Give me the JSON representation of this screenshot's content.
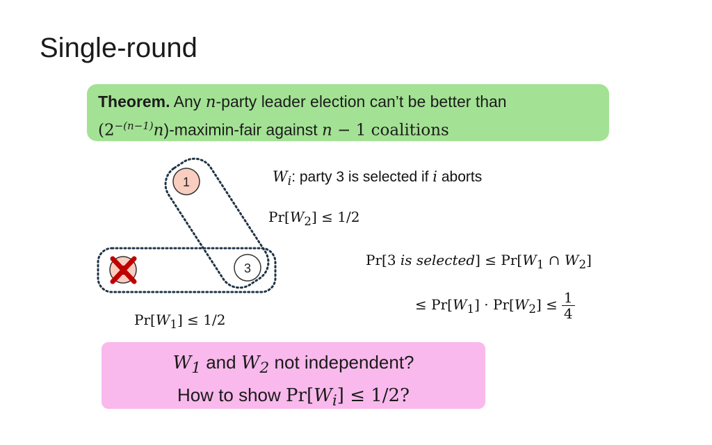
{
  "slide": {
    "title": "Single-round"
  },
  "theorem": {
    "label": "Theorem.",
    "text_a": " Any ",
    "var_n": "n",
    "text_b": "-party leader election can’t be better than",
    "paren_open": "(2",
    "exponent": "−(n−1)",
    "var_n2": "n",
    "text_c": ")-maximin-fair against ",
    "var_n3": "n",
    "text_d": " − 1 coalitions"
  },
  "diagram": {
    "node_1_label": "1",
    "node_2_label": "2",
    "node_3_label": "3",
    "node_1_color": "#f9cdbf",
    "node_2_color": "#f9cdbf",
    "node_3_color": "#ffffff",
    "cross_color": "#c00000",
    "coalition_border_color": "#1f3347"
  },
  "definition": {
    "var": "W",
    "sub": "i",
    "text": ": party 3 is selected if ",
    "var_i": "i",
    "text_end": " aborts"
  },
  "formulas": {
    "pr_w2": {
      "pre": "Pr[",
      "var": "W",
      "sub": "2",
      "post": "] ≤ 1/2"
    },
    "pr_w1": {
      "pre": "Pr[",
      "var": "W",
      "sub": "1",
      "post": "] ≤ 1/2"
    },
    "selected": {
      "pre": "Pr[3 ",
      "italic": "is selected",
      "mid": "] ≤ Pr[",
      "var1": "W",
      "sub1": "1",
      "cap": " ∩ ",
      "var2": "W",
      "sub2": "2",
      "end": "]"
    },
    "product": {
      "pre": "≤ Pr[",
      "var1": "W",
      "sub1": "1",
      "mid": "] · Pr[",
      "var2": "W",
      "sub2": "2",
      "end": "] ≤",
      "num": "1",
      "den": "4"
    }
  },
  "question": {
    "var1": "W",
    "sub1": "1",
    "and": " and ",
    "var2": "W",
    "sub2": "2",
    "line1_end": " not independent?",
    "line2_pre": "How to show ",
    "pr": "Pr[",
    "var": "W",
    "sub": "i",
    "line2_end": "] ≤ 1/2?"
  },
  "colors": {
    "theorem_bg": "#a3e294",
    "question_bg": "#f9b9ec"
  }
}
